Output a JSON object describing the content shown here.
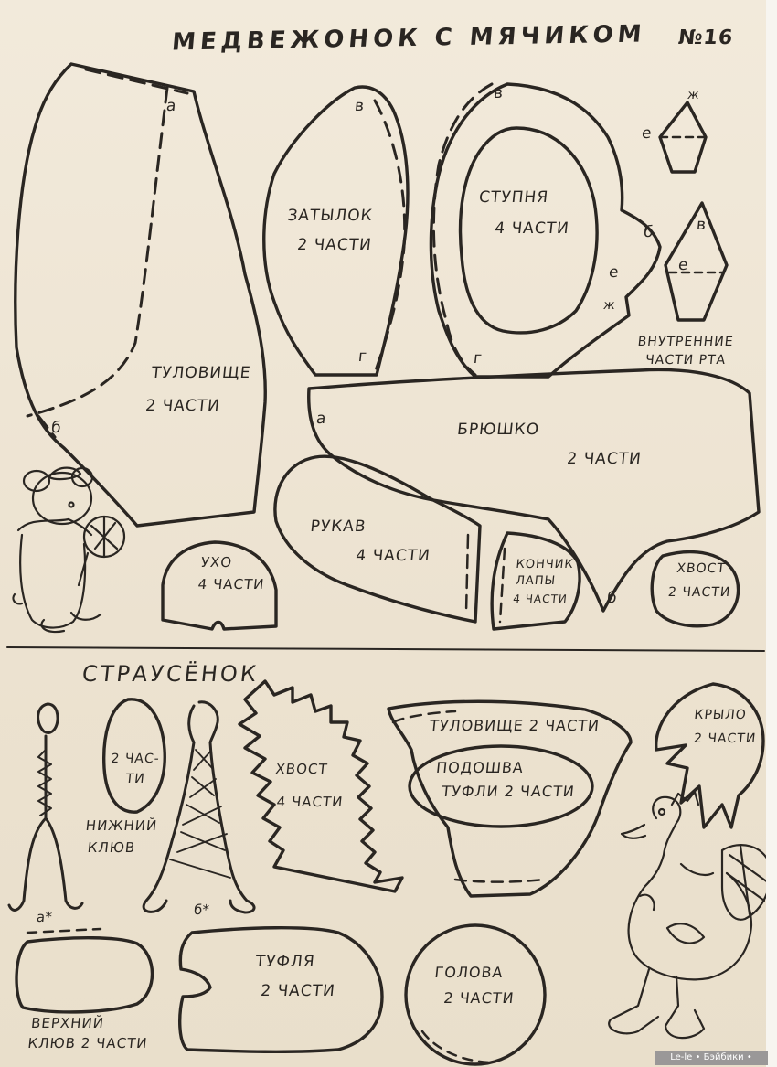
{
  "sheet": {
    "title": "МЕДВЕЖОНОК С МЯЧИКОМ",
    "number": "№16"
  },
  "bear": {
    "body": {
      "name": "ТУЛОВИЩЕ",
      "qty": "2 ЧАСТИ",
      "mark_a": "а",
      "mark_b": "б"
    },
    "nape": {
      "name": "ЗАТЫЛОК",
      "qty": "2 ЧАСТИ",
      "mark_top": "в",
      "mark_bottom": "г"
    },
    "foot": {
      "name": "СТУПНЯ",
      "qty": "4 ЧАСТИ",
      "mark_v": "в",
      "mark_b": "б",
      "mark_e": "е",
      "mark_zh": "ж",
      "mark_g": "г"
    },
    "mouth_pieces": {
      "caption_1": "ВНУТРЕННИЕ",
      "caption_2": "ЧАСТИ РТА",
      "mark_zh": "ж",
      "mark_e1": "е",
      "mark_v": "в",
      "mark_e2": "е"
    },
    "belly": {
      "name": "БРЮШКО",
      "qty": "2 ЧАСТИ",
      "mark_a": "а",
      "mark_b": "б"
    },
    "sleeve": {
      "name": "РУКАВ",
      "qty": "4 ЧАСТИ"
    },
    "paw_tip": {
      "line1": "КОНЧИК",
      "line2": "ЛАПЫ",
      "line3": "4 ЧАСТИ"
    },
    "tail": {
      "name": "ХВОСТ",
      "qty": "2 ЧАСТИ"
    },
    "ear": {
      "name": "УХО",
      "qty": "4 ЧАСТИ"
    }
  },
  "ostrich": {
    "title": "СТРАУСЁНОК",
    "lower_beak_piece": {
      "line1": "2 ЧАС-",
      "line2": "ТИ"
    },
    "lower_beak": {
      "line1": "НИЖНИЙ",
      "line2": "КЛЮВ"
    },
    "tail": {
      "name": "ХВОСТ",
      "qty": "4 ЧАСТИ"
    },
    "body": {
      "name": "ТУЛОВИЩЕ 2 ЧАСТИ"
    },
    "sole": {
      "line1": "ПОДОШВА",
      "line2": "ТУФЛИ 2 ЧАСТИ"
    },
    "wing": {
      "name": "КРЫЛО",
      "qty": "2 ЧАСТИ"
    },
    "upper_beak": {
      "line1": "ВЕРХНИЙ",
      "line2": "КЛЮВ 2 ЧАСТИ",
      "mark_a": "а*"
    },
    "shoe": {
      "name": "ТУФЛЯ",
      "qty": "2 ЧАСТИ",
      "mark_b": "б*"
    },
    "head": {
      "name": "ГОЛОВА",
      "qty": "2 ЧАСТИ"
    }
  },
  "watermark": "Le-le • Бэйбики • babiki.ru",
  "colors": {
    "ink": "#2a2622",
    "paper": "#efe6d6"
  }
}
